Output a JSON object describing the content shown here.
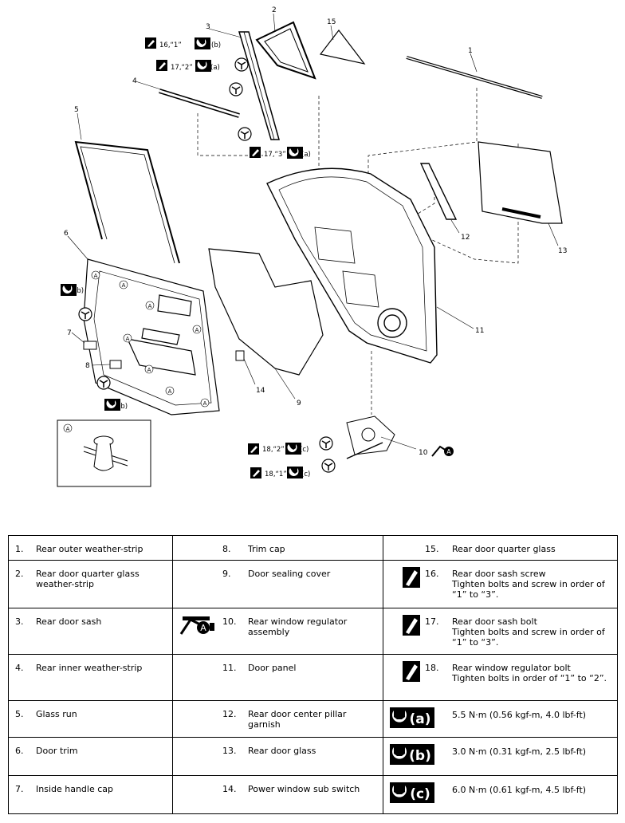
{
  "diagram": {
    "callouts": [
      "1",
      "2",
      "3",
      "4",
      "5",
      "6",
      "7",
      "8",
      "9",
      "10",
      "11",
      "12",
      "13",
      "14",
      "15"
    ],
    "specs": {
      "s16": "16,“1”",
      "s17a": "17,“2”",
      "s17b": "17,“3”",
      "s18a": "18,“2”",
      "s18b": "18,“1”"
    },
    "torque_letters": {
      "a": "(a)",
      "b": "(b)",
      "c": "(c)"
    },
    "detail_letter": "A"
  },
  "legend": {
    "rows": [
      [
        {
          "num": "1.",
          "label": "Rear outer weather-strip"
        },
        {
          "num": "8.",
          "label": "Trim cap"
        },
        {
          "num": "15.",
          "label": "Rear door quarter glass"
        }
      ],
      [
        {
          "num": "2.",
          "label": "Rear door quarter glass weather-strip"
        },
        {
          "num": "9.",
          "label": "Door sealing cover"
        },
        {
          "num": "16.",
          "label": "Rear door sash screw",
          "note": "Tighten bolts and screw in order of “1” to “3”.",
          "icon": "tighten-order-icon"
        }
      ],
      [
        {
          "num": "3.",
          "label": "Rear door sash"
        },
        {
          "num": "10.",
          "label": "Rear window regulator assembly",
          "icon": "grease-a-icon"
        },
        {
          "num": "17.",
          "label": "Rear door sash bolt",
          "note": "Tighten bolts and screw in order of “1” to “3”.",
          "icon": "tighten-order-icon"
        }
      ],
      [
        {
          "num": "4.",
          "label": "Rear inner weather-strip"
        },
        {
          "num": "11.",
          "label": "Door panel"
        },
        {
          "num": "18.",
          "label": "Rear window regulator bolt",
          "note": "Tighten bolts in order of “1” to “2”.",
          "icon": "tighten-order-icon"
        }
      ],
      [
        {
          "num": "5.",
          "label": "Glass run"
        },
        {
          "num": "12.",
          "label": "Rear door center pillar garnish"
        },
        {
          "num": ":",
          "label": "5.5 N·m (0.56 kgf-m, 4.0 lbf-ft)",
          "icon": "torque-a-icon"
        }
      ],
      [
        {
          "num": "6.",
          "label": "Door trim"
        },
        {
          "num": "13.",
          "label": "Rear door glass"
        },
        {
          "num": ":",
          "label": "3.0 N·m (0.31 kgf-m, 2.5 lbf-ft)",
          "icon": "torque-b-icon"
        }
      ],
      [
        {
          "num": "7.",
          "label": "Inside handle cap"
        },
        {
          "num": "14.",
          "label": "Power window sub switch"
        },
        {
          "num": ":",
          "label": "6.0 N·m (0.61 kgf-m, 4.5 lbf-ft)",
          "icon": "torque-c-icon"
        }
      ]
    ]
  }
}
